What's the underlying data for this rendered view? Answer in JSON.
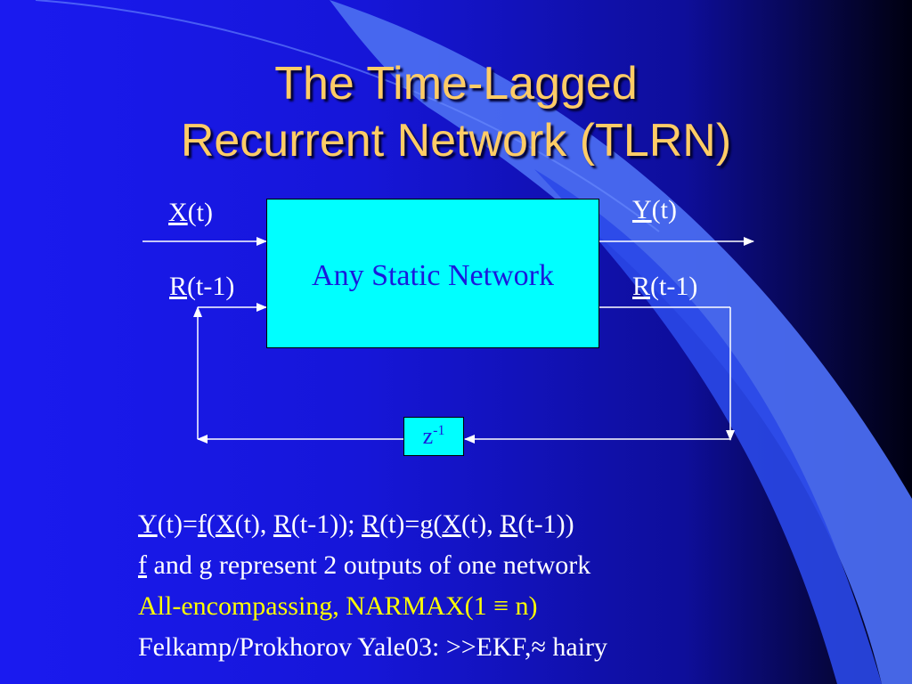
{
  "colors": {
    "background": "#1a1af0",
    "title": "#ffcc66",
    "box_fill": "#00ffff",
    "box_text": "#1a1adc",
    "line_text": "#ffffff",
    "highlight_text": "#ffff00"
  },
  "title": {
    "line1": "The Time-Lagged",
    "line2": "Recurrent Network (TLRN)"
  },
  "diagram": {
    "box_label": "Any Static Network",
    "delay_base": "z",
    "delay_exp": "-1",
    "in_x": {
      "sym": "X",
      "arg": "(t)"
    },
    "in_r": {
      "sym": "R",
      "arg": "(t-1)"
    },
    "out_y": {
      "sym": "Y",
      "arg": "(t)"
    },
    "out_r": {
      "sym": "R",
      "arg": "(t-1)"
    }
  },
  "equation": {
    "y": "Y",
    "p1": "(t)=",
    "f": "f",
    "p2": "(",
    "x1": "X",
    "p3": "(t), ",
    "r1": "R",
    "p4": "(t-1)); ",
    "r2": "R",
    "p5": "(t)=g(",
    "x2": "X",
    "p6": "(t), ",
    "r3": "R",
    "p7": "(t-1))"
  },
  "line2": {
    "f": "f",
    "and": " and ",
    "g": "g",
    "rest": " represent 2 outputs of one network"
  },
  "line3": "All-encompassing, NARMAX(1 ≡ n)",
  "line4": "Felkamp/Prokhorov Yale03: >>EKF,≈ hairy"
}
